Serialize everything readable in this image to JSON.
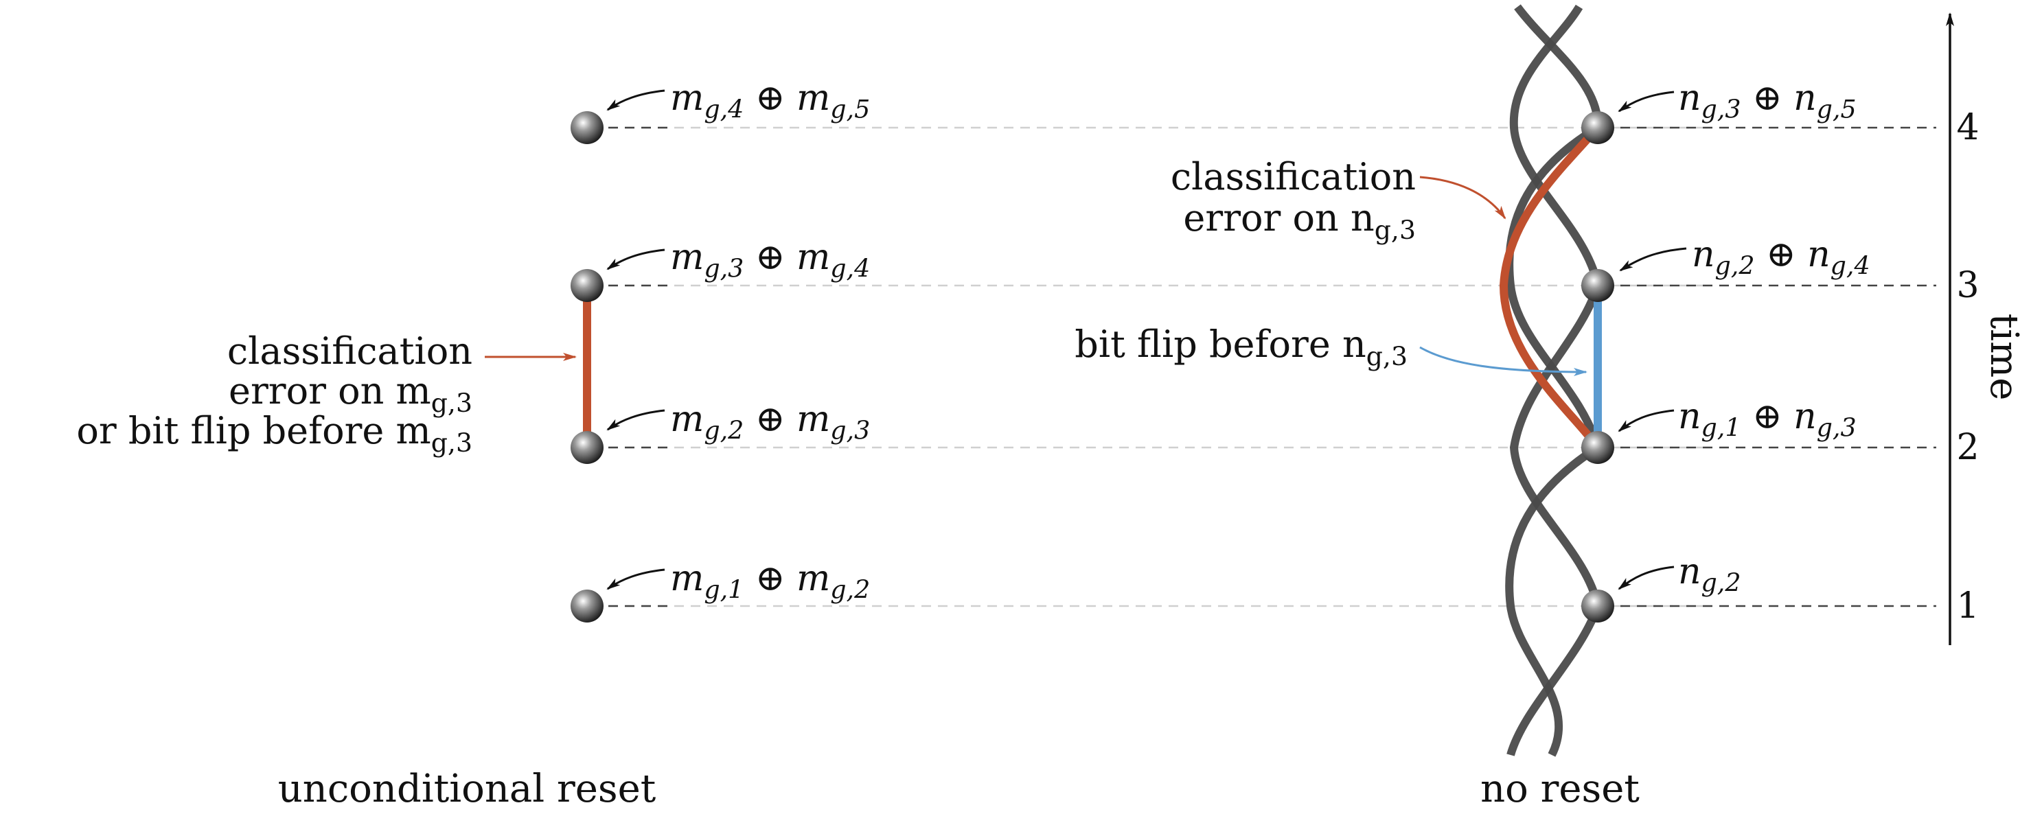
{
  "panels": {
    "left": {
      "caption": "unconditional reset",
      "annotation": [
        "classification",
        "error on m_{g,3}",
        "or bit flip before m_{g,3}"
      ],
      "labels": [
        {
          "time": 4,
          "text": "m_{g,4} ⊕ m_{g,5}"
        },
        {
          "time": 3,
          "text": "m_{g,3} ⊕ m_{g,4}"
        },
        {
          "time": 2,
          "text": "m_{g,2} ⊕ m_{g,3}"
        },
        {
          "time": 1,
          "text": "m_{g,1} ⊕ m_{g,2}"
        }
      ]
    },
    "right": {
      "caption": "no reset",
      "annotation_classification": [
        "classification",
        "error on n_{g,3}"
      ],
      "annotation_bitflip": "bit flip before n_{g,3}",
      "labels": [
        {
          "time": 4,
          "text": "n_{g,3} ⊕ n_{g,5}"
        },
        {
          "time": 3,
          "text": "n_{g,2} ⊕ n_{g,4}"
        },
        {
          "time": 2,
          "text": "n_{g,1} ⊕ n_{g,3}"
        },
        {
          "time": 1,
          "text": "n_{g,2}"
        }
      ]
    }
  },
  "time_axis": {
    "label": "time",
    "ticks": [
      "1",
      "2",
      "3",
      "4"
    ]
  },
  "colors": {
    "worldline": "#4a4a4a",
    "error_red": "#c0502e",
    "bitflip_blue": "#5b9bd0",
    "guide": "#cfcfcf"
  }
}
